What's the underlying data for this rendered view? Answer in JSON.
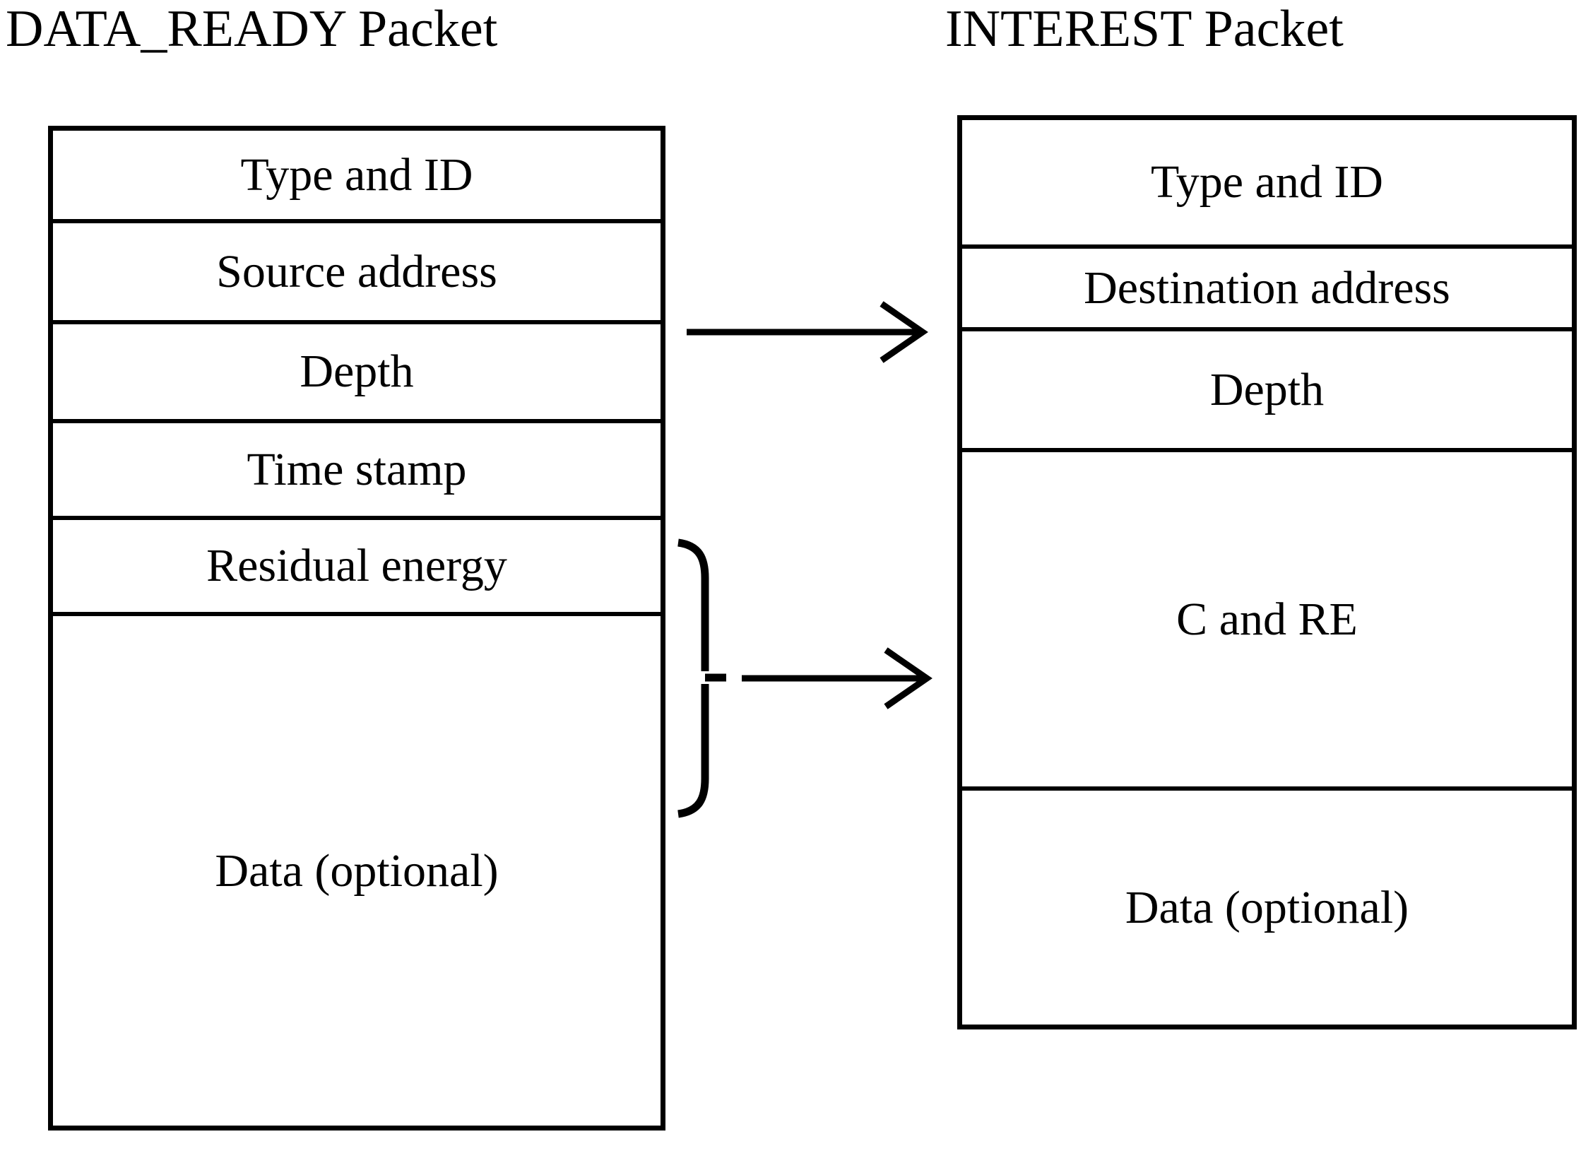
{
  "figure": {
    "type": "packet-format-diagram",
    "description": "Side-by-side packet field layouts with mapping arrows"
  },
  "left_packet": {
    "title": "DATA_READY Packet",
    "fields": [
      "Type and ID",
      "Source address",
      "Depth",
      "Time stamp",
      "Residual energy",
      "Data (optional)"
    ]
  },
  "right_packet": {
    "title": "INTEREST Packet",
    "fields": [
      "Type and ID",
      "Destination address",
      "Depth",
      "C and RE",
      "Data (optional)"
    ]
  },
  "connectors": [
    {
      "name": "source-to-destination-arrow",
      "from": "Source address",
      "to": "Destination address",
      "style": "straight-arrow"
    },
    {
      "name": "timestamp-energy-to-c-and-re-arrow",
      "from": "Time stamp + Residual energy",
      "to": "C and RE",
      "style": "brace-then-arrow"
    }
  ],
  "colors": {
    "stroke": "#000000",
    "background": "#ffffff"
  }
}
